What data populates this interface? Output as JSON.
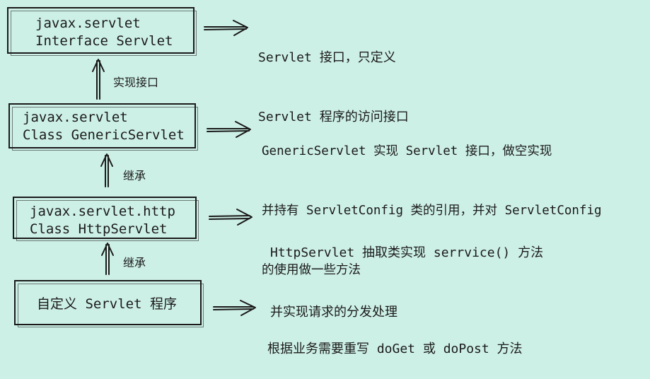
{
  "boxes": [
    {
      "lines": [
        "javax.servlet",
        "Interface Servlet"
      ]
    },
    {
      "lines": [
        "javax.servlet",
        "Class GenericServlet"
      ]
    },
    {
      "lines": [
        "javax.servlet.http",
        "Class HttpServlet"
      ]
    },
    {
      "lines": [
        "自定义 Servlet 程序"
      ]
    }
  ],
  "notes": [
    {
      "lines": [
        "Servlet 接口，只定义",
        "Servlet 程序的访问接口"
      ]
    },
    {
      "lines": [
        "GenericServlet 实现 Servlet 接口，做空实现",
        "并持有 ServletConfig 类的引用，并对 ServletConfig",
        "的使用做一些方法"
      ]
    },
    {
      "lines": [
        "HttpServlet 抽取类实现 serrvice() 方法",
        "并实现请求的分发处理"
      ]
    },
    {
      "lines": [
        "根据业务需要重写 doGet 或 doPost 方法"
      ]
    }
  ],
  "edge_labels": [
    "实现接口",
    "继承",
    "继承"
  ]
}
